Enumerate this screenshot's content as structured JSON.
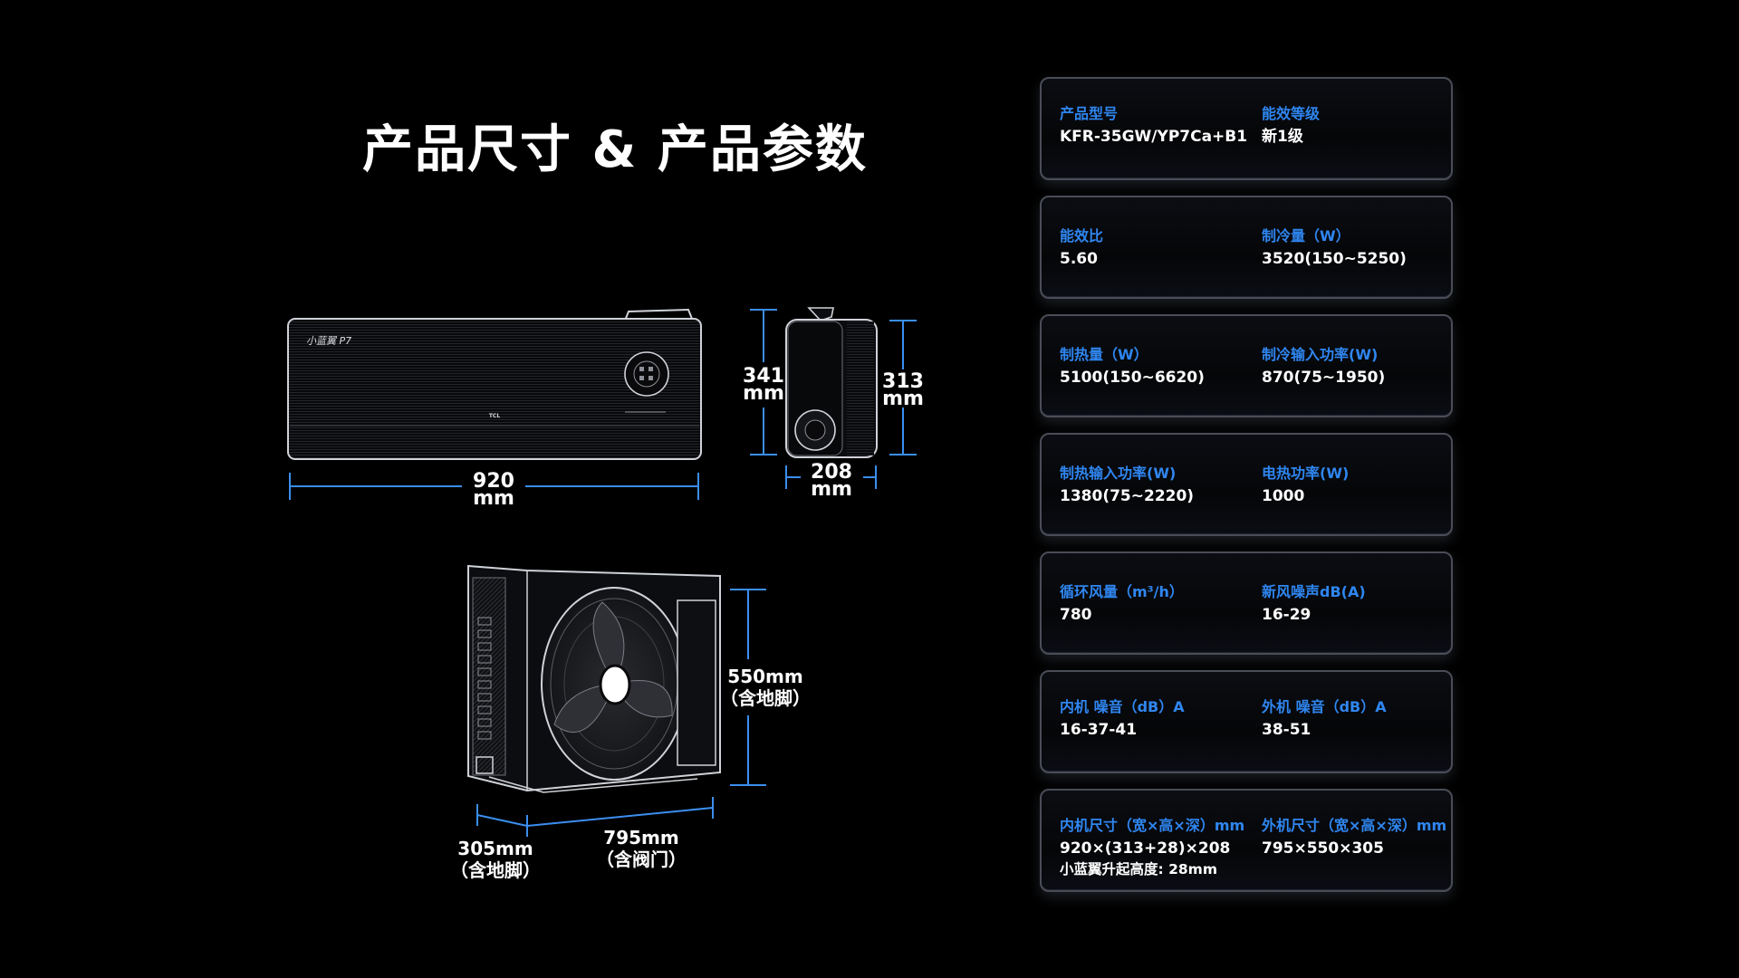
{
  "page": {
    "title": "产品尺寸 & 产品参数"
  },
  "indoor_unit": {
    "brand_script": "小蓝翼 P7",
    "logo": "TCL"
  },
  "dimensions": {
    "indoor_width": {
      "value": "920",
      "unit": "mm"
    },
    "indoor_height": {
      "value": "341",
      "unit": "mm"
    },
    "indoor_body_height": {
      "value": "313",
      "unit": "mm"
    },
    "indoor_depth": {
      "value": "208",
      "unit": "mm"
    },
    "outdoor_height": {
      "value": "550mm",
      "note": "（含地脚）"
    },
    "outdoor_depth": {
      "value": "305mm",
      "note": "（含地脚）"
    },
    "outdoor_width": {
      "value": "795mm",
      "note": "（含阀门）"
    }
  },
  "specs": [
    {
      "items": [
        {
          "label": "产品型号",
          "value": "KFR-35GW/YP7Ca+B1"
        },
        {
          "label": "能效等级",
          "value": "新1级"
        }
      ]
    },
    {
      "items": [
        {
          "label": "能效比",
          "value": "5.60"
        },
        {
          "label": "制冷量（W）",
          "value": "3520(150~5250)"
        }
      ]
    },
    {
      "items": [
        {
          "label": "制热量（W）",
          "value": "5100(150~6620)"
        },
        {
          "label": "制冷输入功率(W)",
          "value": "870(75~1950)"
        }
      ]
    },
    {
      "items": [
        {
          "label": "制热输入功率(W)",
          "value": "1380(75~2220)"
        },
        {
          "label": "电热功率(W)",
          "value": "1000"
        }
      ]
    },
    {
      "items": [
        {
          "label": "循环风量（m³/h）",
          "value": "780"
        },
        {
          "label": "新风噪声dB(A)",
          "value": "16-29"
        }
      ]
    },
    {
      "items": [
        {
          "label": "内机 噪音（dB）A",
          "value": "16-37-41"
        },
        {
          "label": "外机 噪音（dB）A",
          "value": "38-51"
        }
      ]
    },
    {
      "items": [
        {
          "label": "内机尺寸（宽×高×深）mm",
          "value": "920×(313+28)×208",
          "note": "小蓝翼升起高度: 28mm"
        },
        {
          "label": "外机尺寸（宽×高×深）mm",
          "value": "795×550×305"
        }
      ]
    }
  ],
  "colors": {
    "accent": "#2f86f0",
    "background": "#000000",
    "card_border": "#4a4d57"
  }
}
